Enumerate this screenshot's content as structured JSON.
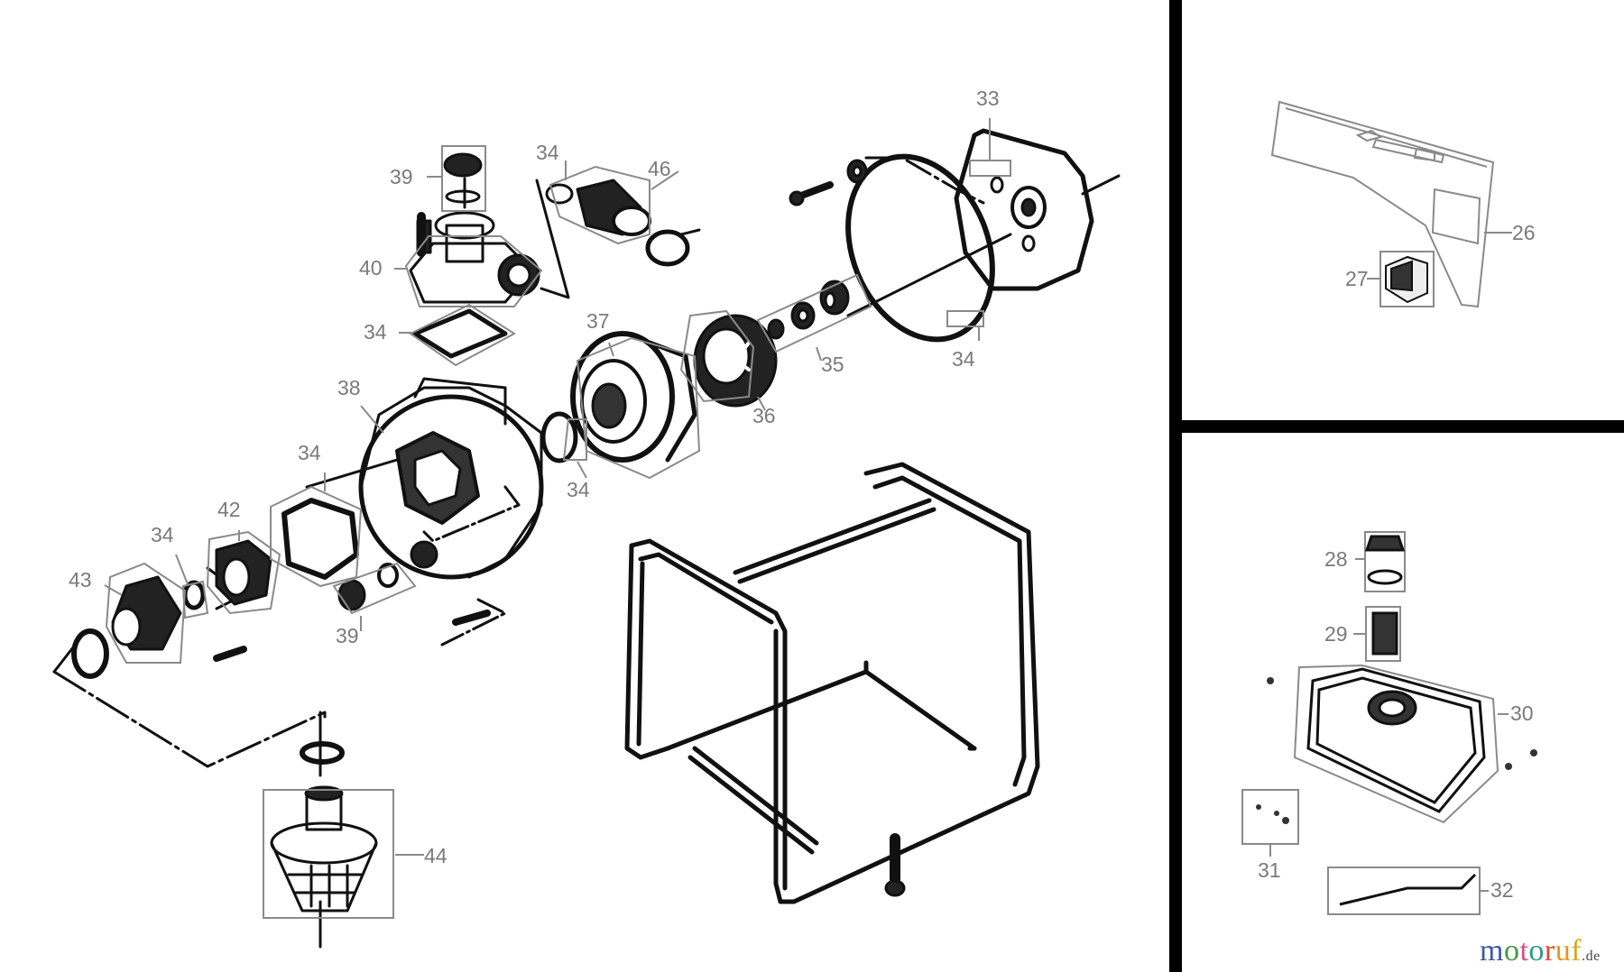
{
  "diagram": {
    "type": "exploded parts diagram",
    "subject": "water pump with frame, control panel and fuel tank",
    "panels": [
      {
        "id": "pump",
        "region": "left"
      },
      {
        "id": "control-panel",
        "region": "top-right"
      },
      {
        "id": "fuel-tank",
        "region": "bottom-right"
      }
    ],
    "labels": {
      "l39a": "39",
      "l34a": "34",
      "l46": "46",
      "l40": "40",
      "l34b": "34",
      "l37": "37",
      "l38": "38",
      "l34c": "34",
      "l42": "42",
      "l34d": "34",
      "l43": "43",
      "l39b": "39",
      "l34e": "34",
      "l36": "36",
      "l35": "35",
      "l34f": "34",
      "l33": "33",
      "l44": "44",
      "l26": "26",
      "l27": "27",
      "l28": "28",
      "l29": "29",
      "l30": "30",
      "l31": "31",
      "l32": "32"
    },
    "colors": {
      "label": "#7a7a7a",
      "line": "#111111",
      "callout_box": "#8a8a8a",
      "divider": "#000000"
    }
  },
  "watermark": {
    "letters": [
      {
        "ch": "m",
        "color": "#3d5aa8"
      },
      {
        "ch": "o",
        "color": "#3f9a44"
      },
      {
        "ch": "t",
        "color": "#d4508c"
      },
      {
        "ch": "o",
        "color": "#2f9a8a"
      },
      {
        "ch": "r",
        "color": "#d94a2c"
      },
      {
        "ch": "u",
        "color": "#e89422"
      },
      {
        "ch": "f",
        "color": "#d6aa1a"
      }
    ],
    "text": "motoruf",
    "tld": ".de"
  }
}
